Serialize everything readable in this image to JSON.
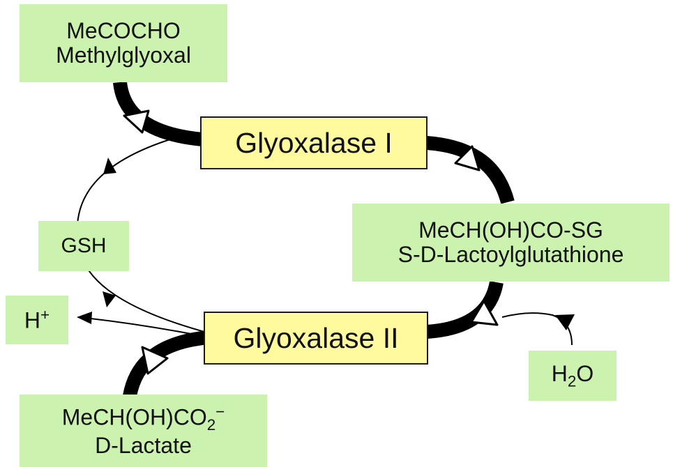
{
  "enzymes": {
    "glyoxalase_1": "Glyoxalase I",
    "glyoxalase_2": "Glyoxalase II"
  },
  "compounds": {
    "methylglyoxal": {
      "formula": "MeCOCHO",
      "name": "Methylglyoxal"
    },
    "lactoylglutathione": {
      "formula": "MeCH(OH)CO-SG",
      "name": "S-D-Lactoylglutathione"
    },
    "gsh": {
      "label": "GSH"
    },
    "proton": {
      "symbol": "H",
      "charge": "+"
    },
    "water": {
      "prefix": "H",
      "subscript": "2",
      "suffix": "O"
    },
    "lactate": {
      "formula_main": "MeCH(OH)CO",
      "subscript": "2",
      "charge": "−",
      "name": "D-Lactate"
    }
  },
  "colors": {
    "compound_fill": "#ccf2b0",
    "enzyme_fill": "#fffa9e",
    "arrow": "#000000"
  }
}
